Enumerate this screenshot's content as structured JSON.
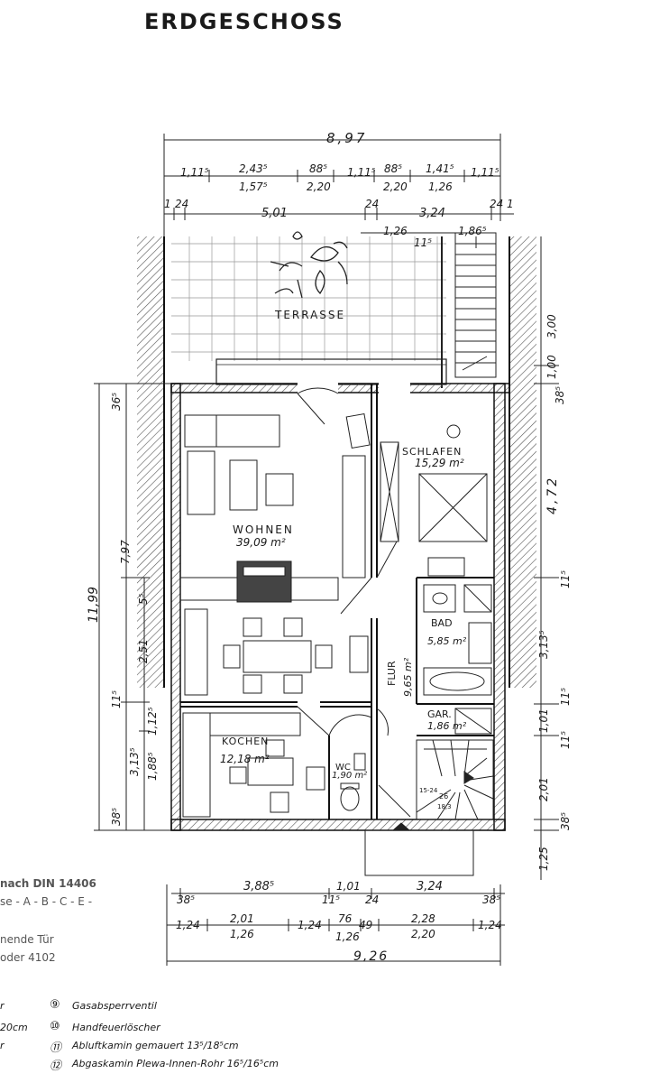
{
  "title": "ERDGESCHOSS",
  "rooms": {
    "terrasse": "TERRASSE",
    "wohnen": "WOHNEN",
    "wohnen_area": "39,09 m²",
    "schlafen": "SCHLAFEN",
    "schlafen_area": "15,29 m²",
    "kochen": "KOCHEN",
    "kochen_area": "12,18 m²",
    "bad": "BAD",
    "bad_area": "5,85 m²",
    "flur": "FLUR",
    "flur_area": "9,65 m²",
    "gar": "GAR.",
    "gar_area": "1,86 m²",
    "wc": "WC",
    "wc_area": "1,90 m²"
  },
  "dims_top": {
    "total": "8,97",
    "row1": [
      "1,11⁵",
      "2,43⁵",
      "88⁵",
      "1,11⁵",
      "88⁵",
      "1,41⁵",
      "1,11⁵"
    ],
    "row1b": [
      "1,57⁵",
      "2,20",
      "2,20",
      "1,26"
    ],
    "row2": [
      "1",
      "24",
      "5,01",
      "24",
      "3,24",
      "24",
      "1"
    ],
    "row3": [
      "1,26",
      "11⁵",
      "1,86⁵"
    ]
  },
  "dims_right": [
    "3,00",
    "1,00",
    "38⁵",
    "4,72",
    "11⁵",
    "3,13⁵",
    "11⁵",
    "1,01",
    "11⁵",
    "2,01",
    "38⁵",
    "1,25"
  ],
  "dims_left": [
    "36⁵",
    "11,99",
    "7,97",
    "5⁵",
    "2,51",
    "11⁵",
    "1,12⁵",
    "3,13⁵",
    "1,88⁵",
    "38⁵"
  ],
  "dims_bottom": {
    "row1": [
      "3,88⁵",
      "1,01",
      "3,24"
    ],
    "row1b": [
      "38⁵",
      "11⁵",
      "24",
      "38⁵"
    ],
    "row2": [
      "1,24",
      "2,01",
      "1,24",
      "76",
      "49",
      "2,28",
      "1,24"
    ],
    "row2b": [
      "1,26",
      "1,26",
      "2,20"
    ],
    "total": "9,26"
  },
  "stair_labels": [
    "15-24",
    "26",
    "18,3"
  ],
  "left_margin": [
    "nach DIN 14406",
    "se - A - B - C - E -",
    "nende Tür",
    "oder 4102"
  ],
  "legend": [
    {
      "left": "r",
      "num": "⑨",
      "text": "Gasabsperrventil"
    },
    {
      "left": "20cm",
      "num": "⑩",
      "text": "Handfeuerlöscher"
    },
    {
      "left": "r",
      "num": "⑪",
      "text": "Abluftkamin gemauert 13⁵/18⁵cm"
    },
    {
      "left": "",
      "num": "⑫",
      "text": "Abgaskamin Plewa-Innen-Rohr 16⁵/16⁵cm"
    }
  ]
}
